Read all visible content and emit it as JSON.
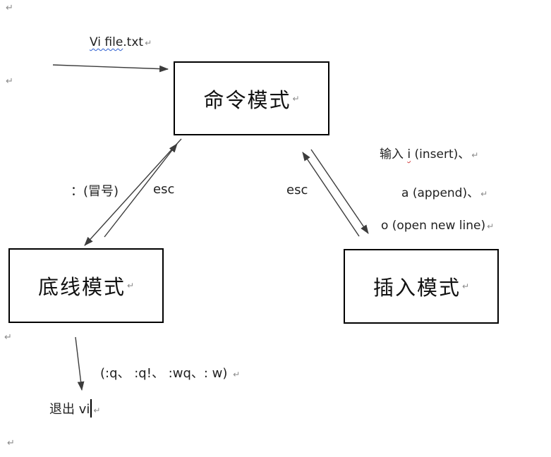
{
  "marks": {
    "pmark": "↵"
  },
  "boxes": {
    "command": {
      "label": "命令模式"
    },
    "bottom_line": {
      "label": "底线模式"
    },
    "insert": {
      "label": "插入模式"
    }
  },
  "labels": {
    "open_file": {
      "pre": "",
      "wavy": "Vi file",
      "post": ".txt"
    },
    "colon": "：(冒号)",
    "esc_left": "esc",
    "esc_right": "esc",
    "insert_keys_1": {
      "pre": "输入 ",
      "wavy": "i",
      "post": "  (insert)、"
    },
    "insert_keys_2": "a  (append)、",
    "insert_keys_3": "o  (open new line)",
    "quit_keys": "(:q、 :q!、 :wq、:  w)",
    "exit": "退出 vi"
  },
  "colors": {
    "squiggle_blue": "#2d5fd0",
    "squiggle_red": "#d23f3f",
    "line": "#3c3c3c",
    "pmark_grey": "#8a8a8a",
    "box_border": "#000000"
  }
}
